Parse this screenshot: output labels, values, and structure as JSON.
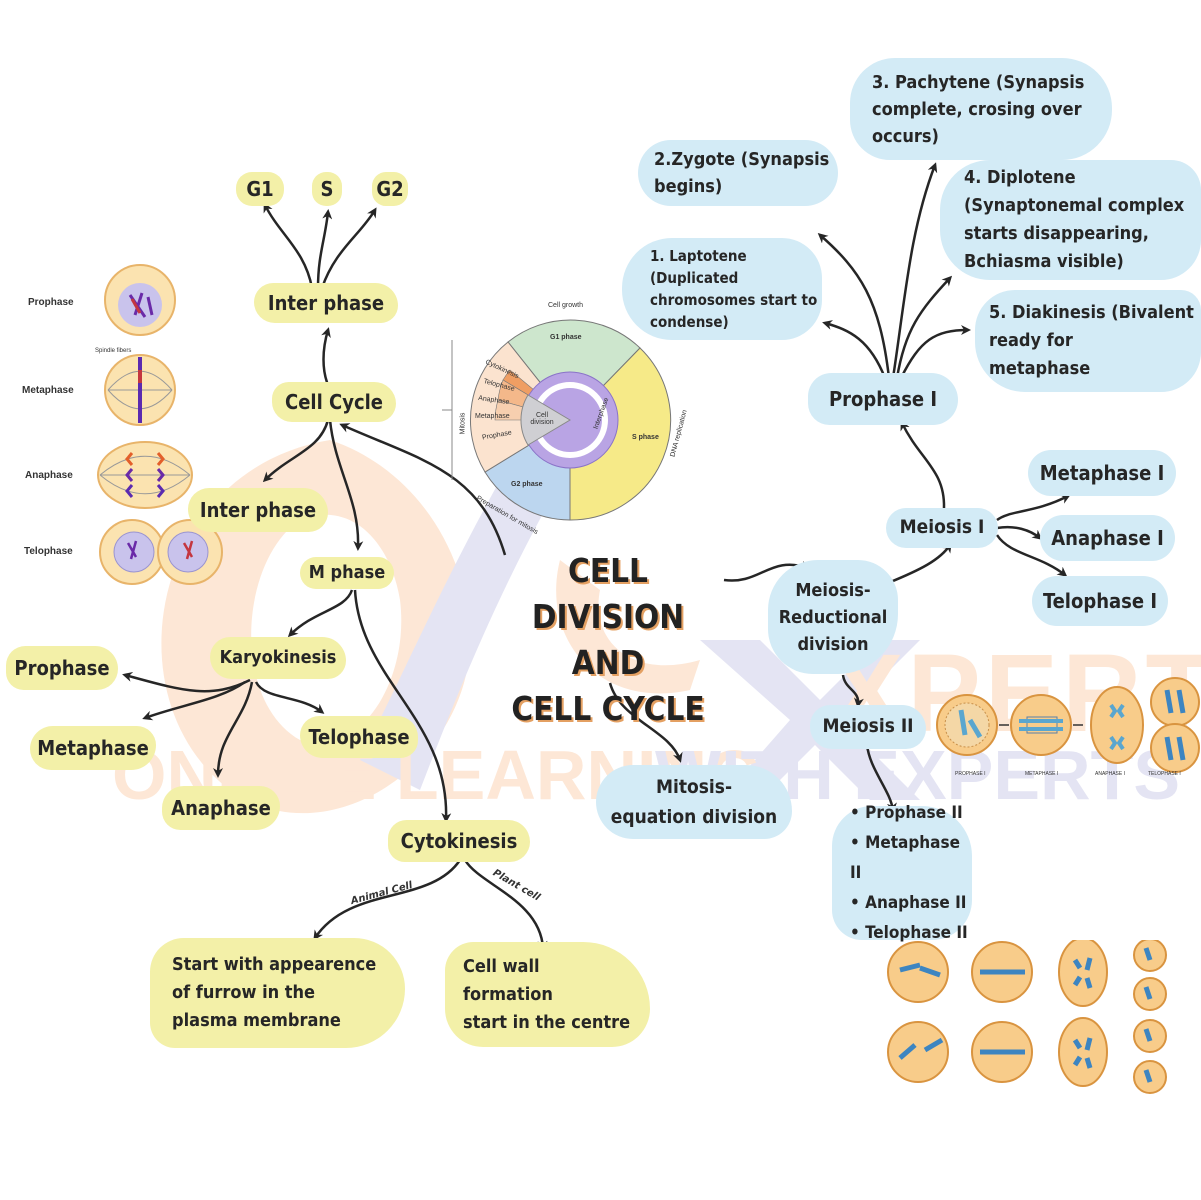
{
  "title": "CELL DIVISION\nAND\nCELL CYCLE",
  "watermark": {
    "brand_line1": "Ole",
    "brand_line2": "XPERT",
    "tagline_a": "ONLINE LEARNING",
    "tagline_b": "WITH EXPERTS",
    "colors": {
      "orange": "#fde7d6",
      "purple": "#e4e4f3"
    }
  },
  "colors": {
    "yellow_node": "#f3f0a8",
    "blue_node": "#d3ebf6",
    "text": "#262626",
    "title_shadow": "#e4a062"
  },
  "cell_cycle_branch": {
    "cell_cycle": "Cell Cycle",
    "inter_phase_top": "Inter phase",
    "g1": "G1",
    "s": "S",
    "g2": "G2",
    "inter_phase_lower": "Inter phase",
    "m_phase": "M phase",
    "karyokinesis": "Karyokinesis",
    "prophase": "Prophase",
    "metaphase": "Metaphase",
    "anaphase": "Anaphase",
    "telophase": "Telophase",
    "cytokinesis": "Cytokinesis",
    "animal_cell_label": "Animal Cell",
    "plant_cell_label": "Plant cell",
    "animal_text": "Start with appearence\nof furrow in the\nplasma membrane",
    "plant_text": "Cell wall\nformation\nstart in the centre"
  },
  "mitosis_figure": {
    "labels": [
      "Prophase",
      "Metaphase",
      "Anaphase",
      "Telophase"
    ],
    "spindle_label": "Spindle fibers"
  },
  "cycle_wheel": {
    "cell_growth": "Cell growth",
    "g1_phase": "G1 phase",
    "s_phase": "S phase",
    "g2_phase": "G2 phase",
    "dna_replication": "DNA replication",
    "prep_mitosis": "Preparation for mitosis",
    "interphase": "Interphase",
    "cell_division": "Cell division",
    "mitosis": "Mitosis",
    "segments": [
      "Cytokinesis",
      "Telophase",
      "Anaphase",
      "Metaphase",
      "Prophase"
    ]
  },
  "meiosis_branch": {
    "meiosis_reductional": "Meiosis-\nReductional\ndivision",
    "meiosis_1": "Meiosis I",
    "prophase_1": "Prophase I",
    "metaphase_1": "Metaphase I",
    "anaphase_1": "Anaphase I",
    "telophase_1": "Telophase I",
    "stages": [
      "1. Laptotene\n(Duplicated\nchromosomes start to\ncondense)",
      "2.Zygote (Synapsis\nbegins)",
      "3. Pachytene (Synapsis\ncomplete, crosing over\noccurs)",
      "4. Diplotene\n(Synaptonemal  complex\nstarts disappearing,\nBchiasma visible)",
      "5. Diakinesis (Bivalent\nready for\nmetaphase"
    ],
    "meiosis_2": "Meiosis II",
    "meiosis_2_phases": [
      "Prophase II",
      "Metaphase II",
      "Anaphase II",
      "Telophase II"
    ],
    "meiosis1_figure_labels": [
      "PROPHASE I",
      "METAPHASE I",
      "ANAPHASE I",
      "TELOPHASE I"
    ]
  },
  "mitosis_branch": {
    "mitosis": "Mitosis-\nequation division"
  }
}
